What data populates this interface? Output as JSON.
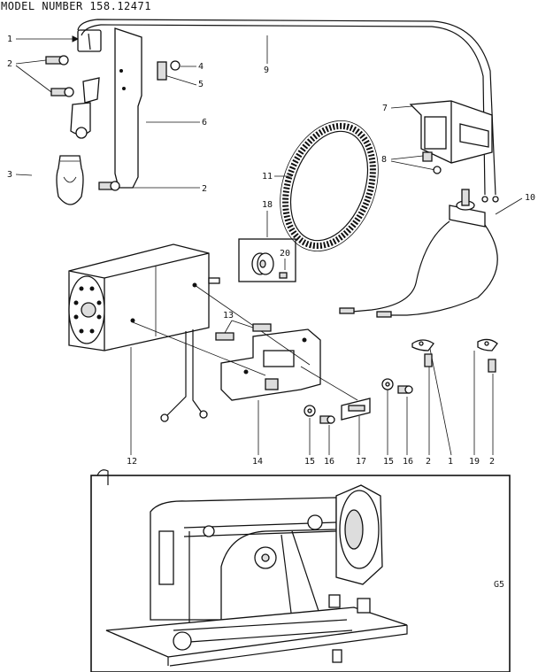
{
  "title": "MODEL NUMBER 158.12471",
  "page_code": "G5",
  "callouts": [
    "1",
    "2",
    "2",
    "3",
    "4",
    "5",
    "6",
    "2",
    "9",
    "7",
    "8",
    "11",
    "10",
    "18",
    "20",
    "12",
    "13",
    "14",
    "15",
    "16",
    "17",
    "15",
    "16",
    "2",
    "1",
    "19",
    "2"
  ]
}
